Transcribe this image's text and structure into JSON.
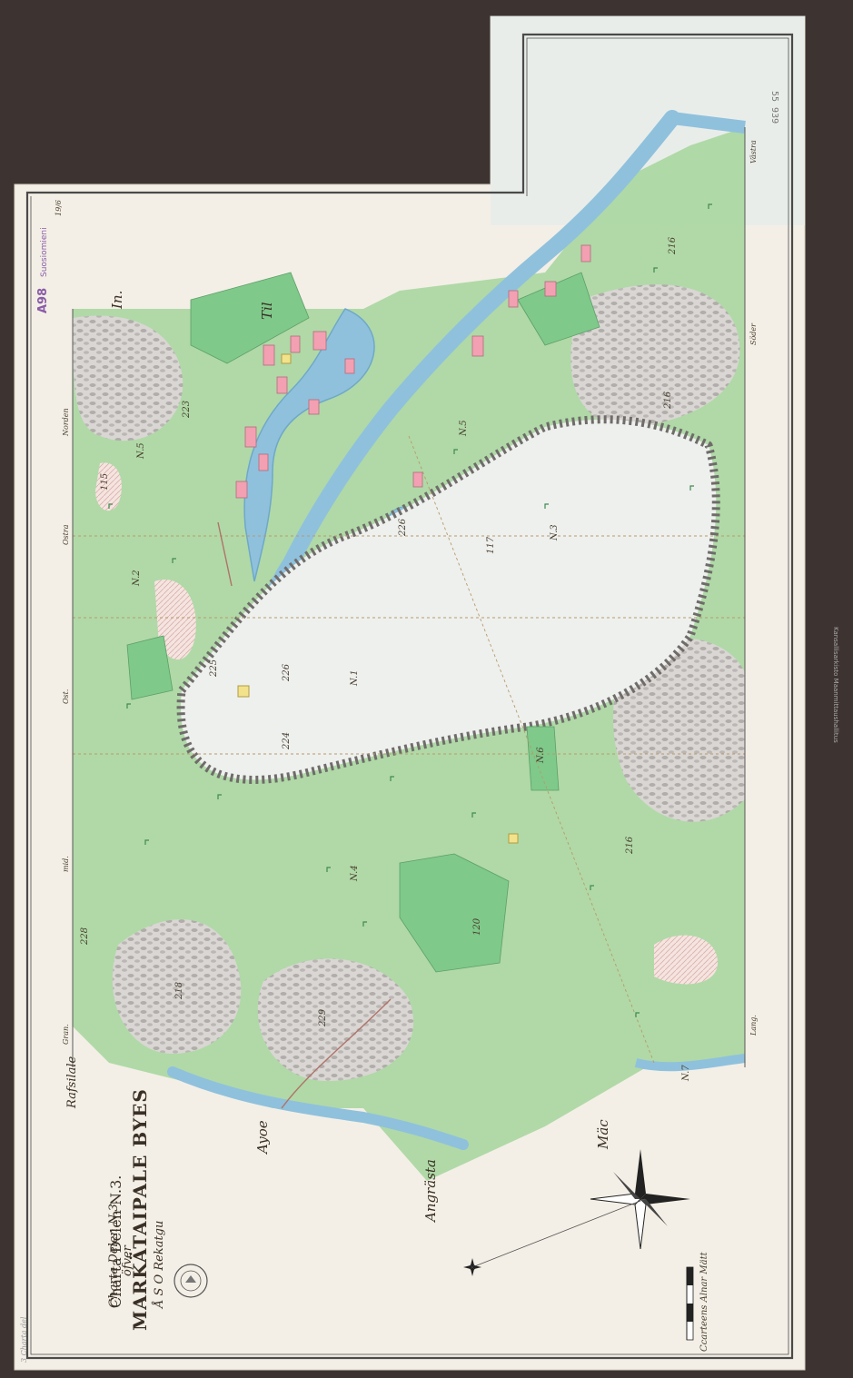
{
  "map": {
    "title_line_1": "Charta Delen N.3.",
    "title_line_2": "öfver",
    "title_main": "MARKÄTAIPALE BYES",
    "title_line_4": "Å S O  Rekatgu",
    "scale_label": "Ccarteens  Alnar  Mätt",
    "archive_number": "55 939",
    "stamp_code": "A98",
    "stamp_sub": "Suosiomieni",
    "corner_mark": "19/6",
    "pencil_note": "3 Charta del",
    "inventory_text": "Kansallisarkisto Maanmittaushallitus",
    "colors": {
      "meadow": "#a9d6a0",
      "field": "#7fc98a",
      "water": "#8fc1dd",
      "rock": "#c9c6c4",
      "building": "#f2a0b2",
      "paper": "#f3efe6",
      "border": "#4a4a4a"
    }
  },
  "labels": {
    "place_til": "Til",
    "place_in": "In.",
    "place_rafsilale": "Rafsilale",
    "place_ayoe": "Ayoe",
    "place_angrasta": "Angrästa",
    "place_mac": "Mäc",
    "lot_no1": "N.1",
    "lot_no2": "N.2",
    "lot_no3": "N.3",
    "lot_no4": "N.4",
    "lot_no5a": "N.5",
    "lot_no5b": "N.5",
    "lot_no7": "N.7",
    "lot_no6": "N.6",
    "edge_nord": "Norden",
    "edge_ostra": "Ostra",
    "edge_ost": "Ost.",
    "edge_sod": "Söder",
    "edge_vast": "Västra",
    "edge_gran": "Gran.",
    "edge_lang": "Lang.",
    "edge_mid": "mid.",
    "n216a": "216",
    "n216b": "216",
    "n216c": "216",
    "n218": "218",
    "n224": "224",
    "n223": "223",
    "n225": "225",
    "n226a": "226",
    "n226b": "226",
    "n229": "229",
    "n115": "115",
    "n117": "117",
    "n120": "120",
    "n228": "228"
  }
}
